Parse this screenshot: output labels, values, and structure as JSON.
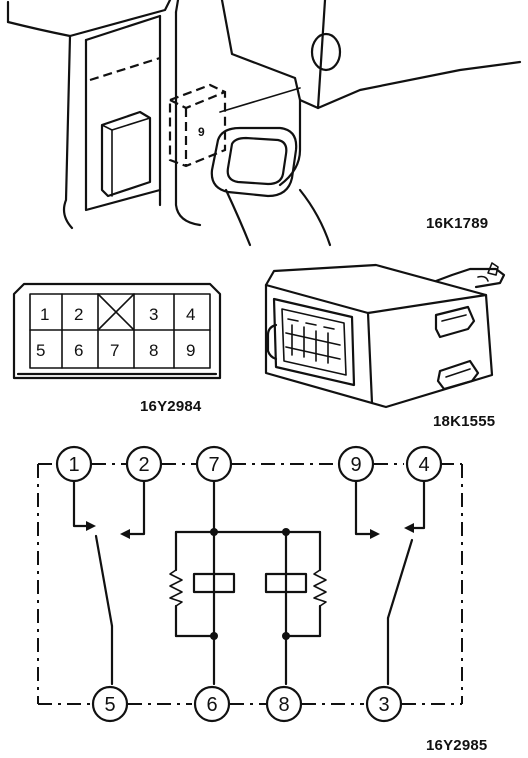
{
  "figures": {
    "location": {
      "reference": "16K1789"
    },
    "connector": {
      "reference": "16Y2984",
      "pins": [
        "1",
        "2",
        "3",
        "4",
        "5",
        "6",
        "7",
        "8",
        "9"
      ]
    },
    "unit": {
      "reference": "18K1555"
    },
    "circuit": {
      "reference": "16Y2985",
      "terminals": [
        "1",
        "2",
        "7",
        "9",
        "4",
        "5",
        "6",
        "8",
        "3"
      ]
    }
  },
  "colors": {
    "ink": "#111111",
    "background": "#ffffff"
  }
}
